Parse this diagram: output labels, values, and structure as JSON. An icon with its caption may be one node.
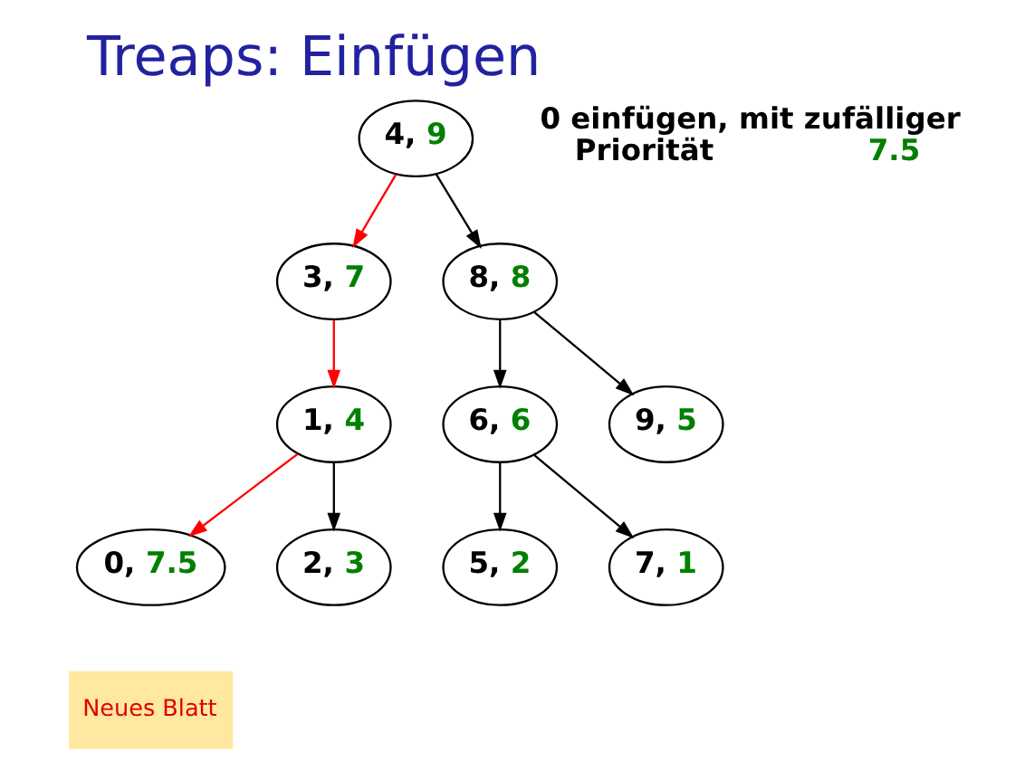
{
  "diagram": {
    "title": "Treaps: Einfügen",
    "nodes": [
      {
        "text": [
          "4, 9"
        ]
      },
      {
        "text": [
          "3, 7"
        ]
      },
      {
        "text": [
          "8, 8"
        ]
      },
      {
        "text": [
          "1, 4"
        ]
      },
      {
        "text": [
          "6, 6"
        ]
      },
      {
        "text": [
          "9, 5"
        ]
      },
      {
        "text": [
          "0, 7.5"
        ]
      },
      {
        "text": [
          "2, 3"
        ]
      },
      {
        "text": [
          "5, 2"
        ]
      },
      {
        "text": [
          "7, 1"
        ]
      }
    ],
    "edges": [
      {
        "from": 0,
        "to": 1,
        "arrow": "to",
        "color": "#ff0000"
      },
      {
        "from": 0,
        "to": 2,
        "arrow": "to"
      },
      {
        "from": 1,
        "to": 3,
        "arrow": "to",
        "color": "#ff0000"
      },
      {
        "from": 2,
        "to": 4,
        "arrow": "to"
      },
      {
        "from": 2,
        "to": 5,
        "arrow": "to"
      },
      {
        "from": 3,
        "to": 6,
        "arrow": "to",
        "color": "#ff0000"
      },
      {
        "from": 3,
        "to": 7,
        "arrow": "to"
      },
      {
        "from": 4,
        "to": 8,
        "arrow": "to"
      },
      {
        "from": 4,
        "to": 9,
        "arrow": "to"
      }
    ],
    "labels": [
      "0 einfügen, mit zufälliger Priorität 7.5",
      "Neues Blatt"
    ]
  }
}
